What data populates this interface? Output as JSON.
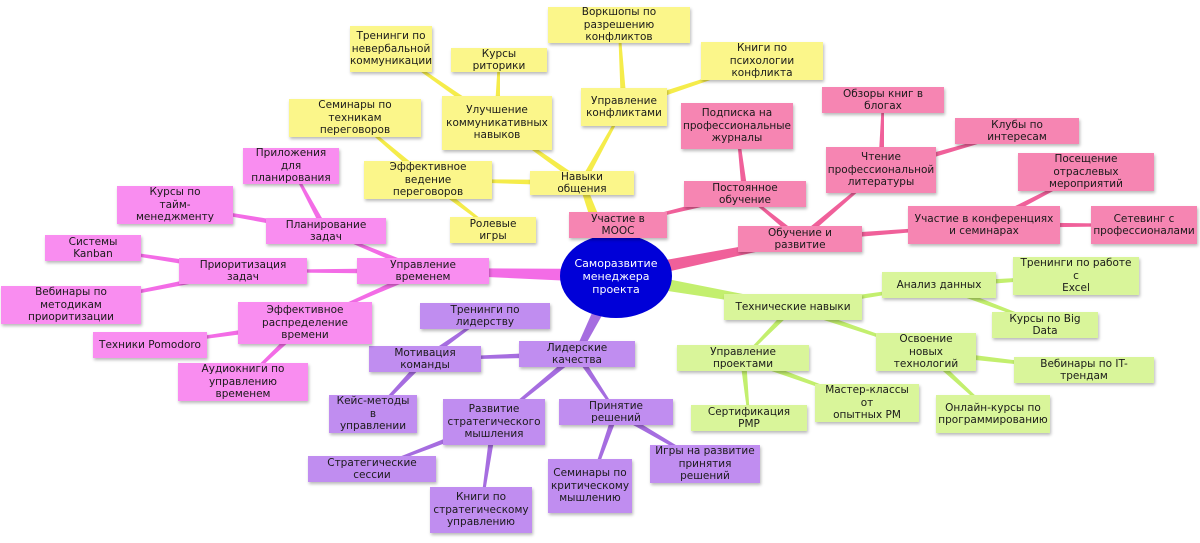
{
  "colors": {
    "central": "#0000d8",
    "communication_fill": "#fbf68a",
    "communication_line": "#f5ec4a",
    "learning_fill": "#f685b2",
    "learning_line": "#f0609a",
    "technical_fill": "#d9f59a",
    "technical_line": "#c3ef6e",
    "leadership_fill": "#c08df0",
    "leadership_line": "#a66de0",
    "time_fill": "#f98df0",
    "time_line": "#f36ce6"
  },
  "nodes": [
    {
      "id": "center",
      "label": "Саморазвитие\nменеджера проекта",
      "branch": "central"
    },
    {
      "id": "comm",
      "label": "Навыки общения",
      "branch": "communication"
    },
    {
      "id": "comm_improve",
      "label": "Улучшение\nкоммуникативных\nнавыков",
      "branch": "communication"
    },
    {
      "id": "trainings_nonverbal",
      "label": "Тренинги по\nневербальной\nкоммуникации",
      "branch": "communication"
    },
    {
      "id": "rhetoric",
      "label": "Курсы риторики",
      "branch": "communication"
    },
    {
      "id": "conflict_mgmt",
      "label": "Управление\nконфликтами",
      "branch": "communication"
    },
    {
      "id": "conflict_workshops",
      "label": "Воркшопы по\nразрешению конфликтов",
      "branch": "communication"
    },
    {
      "id": "conflict_books",
      "label": "Книги по психологии\nконфликта",
      "branch": "communication"
    },
    {
      "id": "negotiation",
      "label": "Эффективное ведение\nпереговоров",
      "branch": "communication"
    },
    {
      "id": "negotiation_seminars",
      "label": "Семинары по техникам\nпереговоров",
      "branch": "communication"
    },
    {
      "id": "role_games",
      "label": "Ролевые игры",
      "branch": "communication"
    },
    {
      "id": "learning",
      "label": "Обучение и развитие",
      "branch": "learning"
    },
    {
      "id": "continuous",
      "label": "Постоянное обучение",
      "branch": "learning"
    },
    {
      "id": "journals",
      "label": "Подписка на\nпрофессиональные\nжурналы",
      "branch": "learning"
    },
    {
      "id": "mooc",
      "label": "Участие в MOOC",
      "branch": "learning"
    },
    {
      "id": "reading",
      "label": "Чтение\nпрофессиональной\nлитературы",
      "branch": "learning"
    },
    {
      "id": "book_reviews",
      "label": "Обзоры книг в блогах",
      "branch": "learning"
    },
    {
      "id": "clubs",
      "label": "Клубы по интересам",
      "branch": "learning"
    },
    {
      "id": "conferences",
      "label": "Участие в конференциях\nи семинарах",
      "branch": "learning"
    },
    {
      "id": "industry_events",
      "label": "Посещение отраслевых\nмероприятий",
      "branch": "learning"
    },
    {
      "id": "networking",
      "label": "Сетевинг с\nпрофессионалами",
      "branch": "learning"
    },
    {
      "id": "technical",
      "label": "Технические навыки",
      "branch": "technical"
    },
    {
      "id": "data_analysis",
      "label": "Анализ данных",
      "branch": "technical"
    },
    {
      "id": "excel",
      "label": "Тренинги по работе с\nExcel",
      "branch": "technical"
    },
    {
      "id": "bigdata",
      "label": "Курсы по Big Data",
      "branch": "technical"
    },
    {
      "id": "new_tech",
      "label": "Освоение новых\nтехнологий",
      "branch": "technical"
    },
    {
      "id": "it_webinars",
      "label": "Вебинары по IT-трендам",
      "branch": "technical"
    },
    {
      "id": "online_courses",
      "label": "Онлайн-курсы по\nпрограммированию",
      "branch": "technical"
    },
    {
      "id": "project_mgmt",
      "label": "Управление проектами",
      "branch": "technical"
    },
    {
      "id": "pmp",
      "label": "Сертификация PMP",
      "branch": "technical"
    },
    {
      "id": "masterclasses",
      "label": "Мастер-классы от\nопытных PM",
      "branch": "technical"
    },
    {
      "id": "leadership",
      "label": "Лидерские качества",
      "branch": "leadership"
    },
    {
      "id": "motivation",
      "label": "Мотивация команды",
      "branch": "leadership"
    },
    {
      "id": "leadership_trainings",
      "label": "Тренинги по лидерству",
      "branch": "leadership"
    },
    {
      "id": "case_methods",
      "label": "Кейс-методы в\nуправлении",
      "branch": "leadership"
    },
    {
      "id": "strategic",
      "label": "Развитие\nстратегического\nмышления",
      "branch": "leadership"
    },
    {
      "id": "strategic_sessions",
      "label": "Стратегические сессии",
      "branch": "leadership"
    },
    {
      "id": "strategic_books",
      "label": "Книги по\nстратегическому\nуправлению",
      "branch": "leadership"
    },
    {
      "id": "decisions",
      "label": "Принятие решений",
      "branch": "leadership"
    },
    {
      "id": "critical_seminars",
      "label": "Семинары по\nкритическому\nмышлению",
      "branch": "leadership"
    },
    {
      "id": "decision_games",
      "label": "Игры на развитие\nпринятия решений",
      "branch": "leadership"
    },
    {
      "id": "time",
      "label": "Управление временем",
      "branch": "time"
    },
    {
      "id": "planning",
      "label": "Планирование задач",
      "branch": "time"
    },
    {
      "id": "planning_apps",
      "label": "Приложения для\nпланирования",
      "branch": "time"
    },
    {
      "id": "time_courses",
      "label": "Курсы по\nтайм-менеджменту",
      "branch": "time"
    },
    {
      "id": "prioritization",
      "label": "Приоритизация задач",
      "branch": "time"
    },
    {
      "id": "kanban",
      "label": "Системы Kanban",
      "branch": "time"
    },
    {
      "id": "prio_webinars",
      "label": "Вебинары по методикам\nприоритизации",
      "branch": "time"
    },
    {
      "id": "distribution",
      "label": "Эффективное\nраспределение времени",
      "branch": "time"
    },
    {
      "id": "pomodoro",
      "label": "Техники Pomodoro",
      "branch": "time"
    },
    {
      "id": "audiobooks",
      "label": "Аудиокниги по\nуправлению временем",
      "branch": "time"
    }
  ],
  "edges": [
    [
      "center",
      "comm"
    ],
    [
      "comm",
      "comm_improve"
    ],
    [
      "comm_improve",
      "trainings_nonverbal"
    ],
    [
      "comm_improve",
      "rhetoric"
    ],
    [
      "comm",
      "conflict_mgmt"
    ],
    [
      "conflict_mgmt",
      "conflict_workshops"
    ],
    [
      "conflict_mgmt",
      "conflict_books"
    ],
    [
      "comm",
      "negotiation"
    ],
    [
      "negotiation",
      "negotiation_seminars"
    ],
    [
      "negotiation",
      "role_games"
    ],
    [
      "center",
      "learning"
    ],
    [
      "learning",
      "continuous"
    ],
    [
      "continuous",
      "journals"
    ],
    [
      "continuous",
      "mooc"
    ],
    [
      "learning",
      "reading"
    ],
    [
      "reading",
      "book_reviews"
    ],
    [
      "reading",
      "clubs"
    ],
    [
      "learning",
      "conferences"
    ],
    [
      "conferences",
      "industry_events"
    ],
    [
      "conferences",
      "networking"
    ],
    [
      "center",
      "technical"
    ],
    [
      "technical",
      "data_analysis"
    ],
    [
      "data_analysis",
      "excel"
    ],
    [
      "data_analysis",
      "bigdata"
    ],
    [
      "technical",
      "new_tech"
    ],
    [
      "new_tech",
      "it_webinars"
    ],
    [
      "new_tech",
      "online_courses"
    ],
    [
      "technical",
      "project_mgmt"
    ],
    [
      "project_mgmt",
      "pmp"
    ],
    [
      "project_mgmt",
      "masterclasses"
    ],
    [
      "center",
      "leadership"
    ],
    [
      "leadership",
      "motivation"
    ],
    [
      "motivation",
      "leadership_trainings"
    ],
    [
      "motivation",
      "case_methods"
    ],
    [
      "leadership",
      "strategic"
    ],
    [
      "strategic",
      "strategic_sessions"
    ],
    [
      "strategic",
      "strategic_books"
    ],
    [
      "leadership",
      "decisions"
    ],
    [
      "decisions",
      "critical_seminars"
    ],
    [
      "decisions",
      "decision_games"
    ],
    [
      "center",
      "time"
    ],
    [
      "time",
      "planning"
    ],
    [
      "planning",
      "planning_apps"
    ],
    [
      "planning",
      "time_courses"
    ],
    [
      "time",
      "prioritization"
    ],
    [
      "prioritization",
      "kanban"
    ],
    [
      "prioritization",
      "prio_webinars"
    ],
    [
      "time",
      "distribution"
    ],
    [
      "distribution",
      "pomodoro"
    ],
    [
      "distribution",
      "audiobooks"
    ]
  ]
}
